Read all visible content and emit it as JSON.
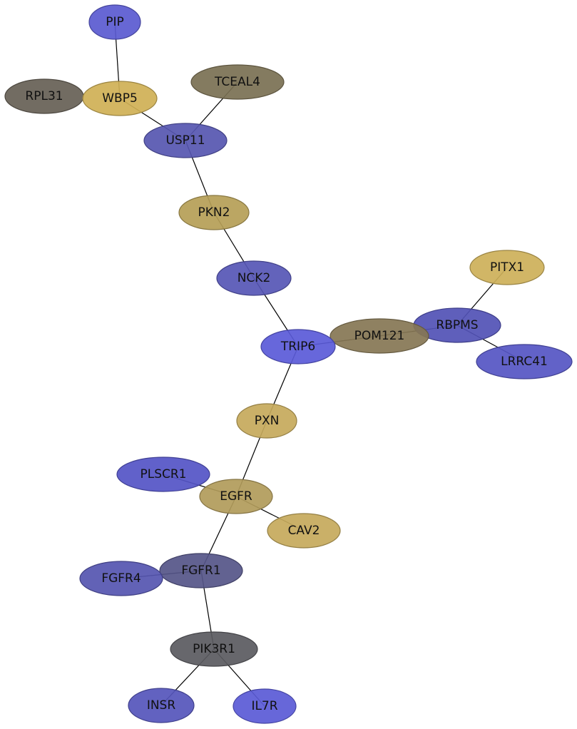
{
  "nodes": [
    {
      "id": "PIP",
      "label": "PIP",
      "color": "#5a5ad0"
    },
    {
      "id": "RPL31",
      "label": "RPL31",
      "color": "#666055"
    },
    {
      "id": "WBP5",
      "label": "WBP5",
      "color": "#cfb055"
    },
    {
      "id": "TCEAL4",
      "label": "TCEAL4",
      "color": "#7a7052"
    },
    {
      "id": "USP11",
      "label": "USP11",
      "color": "#5656b0"
    },
    {
      "id": "PKN2",
      "label": "PKN2",
      "color": "#b59e56"
    },
    {
      "id": "NCK2",
      "label": "NCK2",
      "color": "#5656b5"
    },
    {
      "id": "PITX1",
      "label": "PITX1",
      "color": "#cdb059"
    },
    {
      "id": "RBPMS",
      "label": "RBPMS",
      "color": "#5151b5"
    },
    {
      "id": "POM121",
      "label": "POM121",
      "color": "#857654"
    },
    {
      "id": "TRIP6",
      "label": "TRIP6",
      "color": "#5a5ad8"
    },
    {
      "id": "LRRC41",
      "label": "LRRC41",
      "color": "#5555c3"
    },
    {
      "id": "PXN",
      "label": "PXN",
      "color": "#c5a95b"
    },
    {
      "id": "PLSCR1",
      "label": "PLSCR1",
      "color": "#5454c5"
    },
    {
      "id": "EGFR",
      "label": "EGFR",
      "color": "#b19b5a"
    },
    {
      "id": "CAV2",
      "label": "CAV2",
      "color": "#c5a95b"
    },
    {
      "id": "FGFR1",
      "label": "FGFR1",
      "color": "#555588"
    },
    {
      "id": "FGFR4",
      "label": "FGFR4",
      "color": "#5555b0"
    },
    {
      "id": "PIK3R1",
      "label": "PIK3R1",
      "color": "#5a5a60"
    },
    {
      "id": "INSR",
      "label": "INSR",
      "color": "#5555bb"
    },
    {
      "id": "IL7R",
      "label": "IL7R",
      "color": "#5a5ad6"
    }
  ],
  "edges": [
    [
      "PIP",
      "WBP5"
    ],
    [
      "WBP5",
      "USP11"
    ],
    [
      "TCEAL4",
      "USP11"
    ],
    [
      "USP11",
      "PKN2"
    ],
    [
      "PKN2",
      "NCK2"
    ],
    [
      "NCK2",
      "TRIP6"
    ],
    [
      "TRIP6",
      "POM121"
    ],
    [
      "POM121",
      "RBPMS"
    ],
    [
      "RBPMS",
      "PITX1"
    ],
    [
      "RBPMS",
      "LRRC41"
    ],
    [
      "TRIP6",
      "PXN"
    ],
    [
      "PXN",
      "EGFR"
    ],
    [
      "EGFR",
      "PLSCR1"
    ],
    [
      "EGFR",
      "CAV2"
    ],
    [
      "EGFR",
      "FGFR1"
    ],
    [
      "FGFR1",
      "FGFR4"
    ],
    [
      "FGFR1",
      "PIK3R1"
    ],
    [
      "PIK3R1",
      "INSR"
    ],
    [
      "PIK3R1",
      "IL7R"
    ]
  ]
}
